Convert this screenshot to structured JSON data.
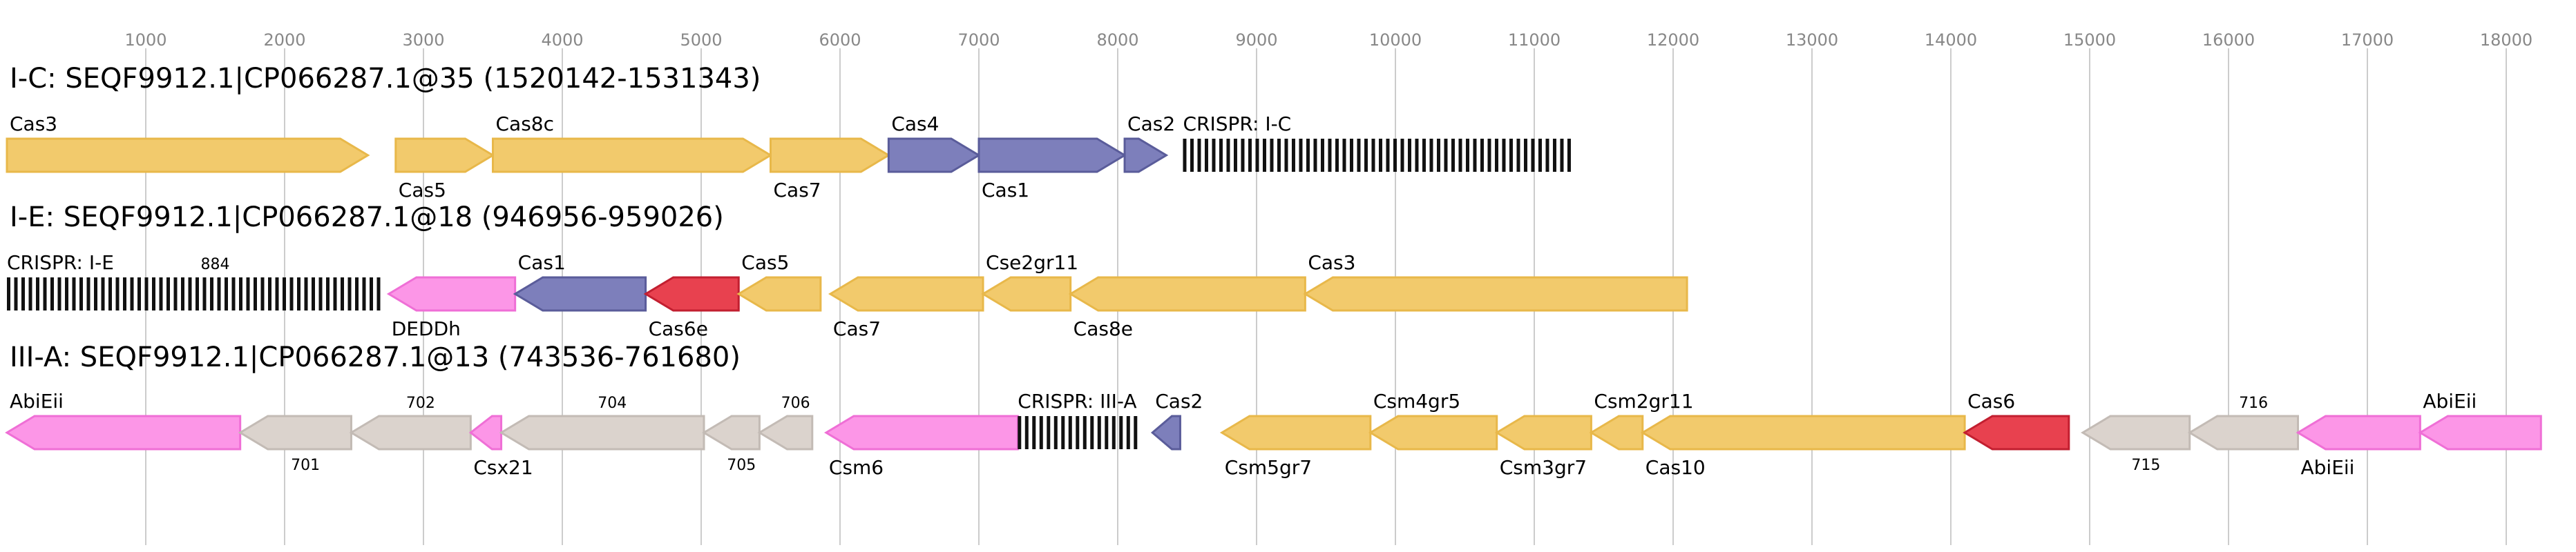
{
  "axis": {
    "ticks": [
      1000,
      2000,
      3000,
      4000,
      5000,
      6000,
      7000,
      8000,
      9000,
      10000,
      11000,
      12000,
      13000,
      14000,
      15000,
      16000,
      17000,
      18000
    ],
    "domain": [
      0,
      18500
    ]
  },
  "colors": {
    "cas_yellow": "#f2ca6c",
    "cas_yellow_edge": "#e8b84a",
    "adaptation_blue": "#7d7fbb",
    "adaptation_blue_edge": "#5a5c9a",
    "cas6_red": "#e8414f",
    "cas6_red_edge": "#c21f30",
    "accessory_pink": "#fc96e7",
    "accessory_pink_edge": "#ef6fd6",
    "other_gray": "#dbd3cd",
    "other_gray_edge": "#c3bbb5",
    "crispr_black": "#111111",
    "grid": "#cccccc",
    "tick_text": "#888888"
  },
  "tracks": [
    {
      "title": "I-C: SEQF9912.1|CP066287.1@35 (1520142-1531343)",
      "elements": [
        {
          "kind": "gene",
          "start": 0,
          "end": 2600,
          "strand": "+",
          "class": "yellow",
          "label": "Cas3",
          "pos": "above"
        },
        {
          "kind": "gene",
          "start": 2800,
          "end": 3500,
          "strand": "+",
          "class": "yellow",
          "label": "Cas5",
          "pos": "below"
        },
        {
          "kind": "gene",
          "start": 3500,
          "end": 5500,
          "strand": "+",
          "class": "yellow",
          "label": "Cas8c",
          "pos": "above"
        },
        {
          "kind": "gene",
          "start": 5500,
          "end": 6350,
          "strand": "+",
          "class": "yellow",
          "label": "Cas7",
          "pos": "below"
        },
        {
          "kind": "gene",
          "start": 6350,
          "end": 7000,
          "strand": "+",
          "class": "blue",
          "label": "Cas4",
          "pos": "above"
        },
        {
          "kind": "gene",
          "start": 7000,
          "end": 8050,
          "strand": "+",
          "class": "blue",
          "label": "Cas1",
          "pos": "below"
        },
        {
          "kind": "gene",
          "start": 8050,
          "end": 8350,
          "strand": "+",
          "class": "blue",
          "label": "Cas2",
          "pos": "above"
        },
        {
          "kind": "crispr",
          "start": 8470,
          "end": 11250,
          "label": "CRISPR: I-C",
          "pos": "above"
        }
      ]
    },
    {
      "title": "I-E: SEQF9912.1|CP066287.1@18 (946956-959026)",
      "elements": [
        {
          "kind": "crispr",
          "start": 0,
          "end": 2720,
          "label": "CRISPR: I-E",
          "pos": "above"
        },
        {
          "kind": "note",
          "at": 1500,
          "label": "884"
        },
        {
          "kind": "gene",
          "start": 2750,
          "end": 3660,
          "strand": "-",
          "class": "pink",
          "label": "DEDDh",
          "pos": "below"
        },
        {
          "kind": "gene",
          "start": 3660,
          "end": 4600,
          "strand": "-",
          "class": "blue",
          "label": "Cas1",
          "pos": "above"
        },
        {
          "kind": "gene",
          "start": 4600,
          "end": 5270,
          "strand": "-",
          "class": "red",
          "label": "Cas6e",
          "pos": "below"
        },
        {
          "kind": "gene",
          "start": 5270,
          "end": 5860,
          "strand": "-",
          "class": "yellow",
          "label": "Cas5",
          "pos": "above"
        },
        {
          "kind": "gene",
          "start": 5930,
          "end": 7030,
          "strand": "-",
          "class": "yellow",
          "label": "Cas7",
          "pos": "below"
        },
        {
          "kind": "gene",
          "start": 7030,
          "end": 7660,
          "strand": "-",
          "class": "yellow",
          "label": "Cse2gr11",
          "pos": "above"
        },
        {
          "kind": "gene",
          "start": 7660,
          "end": 9350,
          "strand": "-",
          "class": "yellow",
          "label": "Cas8e",
          "pos": "below"
        },
        {
          "kind": "gene",
          "start": 9350,
          "end": 12100,
          "strand": "-",
          "class": "yellow",
          "label": "Cas3",
          "pos": "above"
        }
      ]
    },
    {
      "title": "III-A: SEQF9912.1|CP066287.1@13 (743536-761680)",
      "elements": [
        {
          "kind": "gene",
          "start": 0,
          "end": 1680,
          "strand": "-",
          "class": "pink",
          "label": "AbiEii",
          "pos": "above"
        },
        {
          "kind": "gene",
          "start": 1680,
          "end": 2480,
          "strand": "-",
          "class": "gray",
          "label": "701",
          "pos": "below",
          "small": true
        },
        {
          "kind": "gene",
          "start": 2480,
          "end": 3340,
          "strand": "-",
          "class": "gray",
          "label": "702",
          "pos": "above",
          "small": true
        },
        {
          "kind": "gene",
          "start": 3340,
          "end": 3560,
          "strand": "-",
          "class": "pink",
          "label": "Csx21",
          "pos": "below"
        },
        {
          "kind": "gene",
          "start": 3560,
          "end": 5020,
          "strand": "-",
          "class": "gray",
          "label": "704",
          "pos": "above",
          "small": true
        },
        {
          "kind": "gene",
          "start": 5020,
          "end": 5420,
          "strand": "-",
          "class": "gray",
          "label": "705",
          "pos": "below",
          "small": true
        },
        {
          "kind": "gene",
          "start": 5420,
          "end": 5800,
          "strand": "-",
          "class": "gray",
          "label": "706",
          "pos": "above",
          "small": true
        },
        {
          "kind": "gene",
          "start": 5900,
          "end": 7280,
          "strand": "-",
          "class": "pink",
          "label": "Csm6",
          "pos": "below"
        },
        {
          "kind": "crispr",
          "start": 7280,
          "end": 8150,
          "label": "CRISPR: III-A",
          "pos": "above"
        },
        {
          "kind": "gene",
          "start": 8250,
          "end": 8450,
          "strand": "-",
          "class": "blue",
          "label": "Cas2",
          "pos": "above"
        },
        {
          "kind": "gene",
          "start": 8750,
          "end": 9820,
          "strand": "-",
          "class": "yellow",
          "label": "Csm5gr7",
          "pos": "below"
        },
        {
          "kind": "gene",
          "start": 9820,
          "end": 10730,
          "strand": "-",
          "class": "yellow",
          "label": "Csm4gr5",
          "pos": "above"
        },
        {
          "kind": "gene",
          "start": 10730,
          "end": 11410,
          "strand": "-",
          "class": "yellow",
          "label": "Csm3gr7",
          "pos": "below"
        },
        {
          "kind": "gene",
          "start": 11410,
          "end": 11780,
          "strand": "-",
          "class": "yellow",
          "label": "Csm2gr11",
          "pos": "above"
        },
        {
          "kind": "gene",
          "start": 11780,
          "end": 14100,
          "strand": "-",
          "class": "yellow",
          "label": "Cas10",
          "pos": "below"
        },
        {
          "kind": "gene",
          "start": 14100,
          "end": 14850,
          "strand": "-",
          "class": "red",
          "label": "Cas6",
          "pos": "above"
        },
        {
          "kind": "gene",
          "start": 14950,
          "end": 15720,
          "strand": "-",
          "class": "gray",
          "label": "715",
          "pos": "below",
          "small": true
        },
        {
          "kind": "gene",
          "start": 15720,
          "end": 16500,
          "strand": "-",
          "class": "gray",
          "label": "716",
          "pos": "above",
          "small": true
        },
        {
          "kind": "gene",
          "start": 16500,
          "end": 17380,
          "strand": "-",
          "class": "pink",
          "label": "AbiEii",
          "pos": "below"
        },
        {
          "kind": "gene",
          "start": 17380,
          "end": 18250,
          "strand": "-",
          "class": "pink",
          "label": "AbiEii",
          "pos": "above"
        }
      ]
    }
  ]
}
